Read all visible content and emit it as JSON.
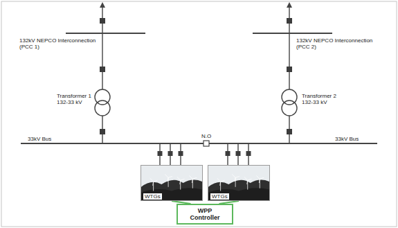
{
  "diagram": {
    "nodes": [
      {
        "text": [
          "WTGs"
        ]
      },
      {
        "text": [
          "WTGs"
        ]
      },
      {
        "text": [
          "WPP Controller"
        ]
      }
    ],
    "edges": [
      {
        "from": 2,
        "to": 0,
        "arrow": "none"
      },
      {
        "from": 2,
        "to": 1,
        "arrow": "none"
      }
    ],
    "labels": [
      "132kV NEPCO Interconnection (PCC 1)",
      "Transformer 1 132-33 kV",
      "33kV Bus",
      "N.O",
      "132kV NEPCO Interconnection (PCC 2)",
      "Transformer 2 132-33 kV",
      "33kV Bus"
    ]
  }
}
